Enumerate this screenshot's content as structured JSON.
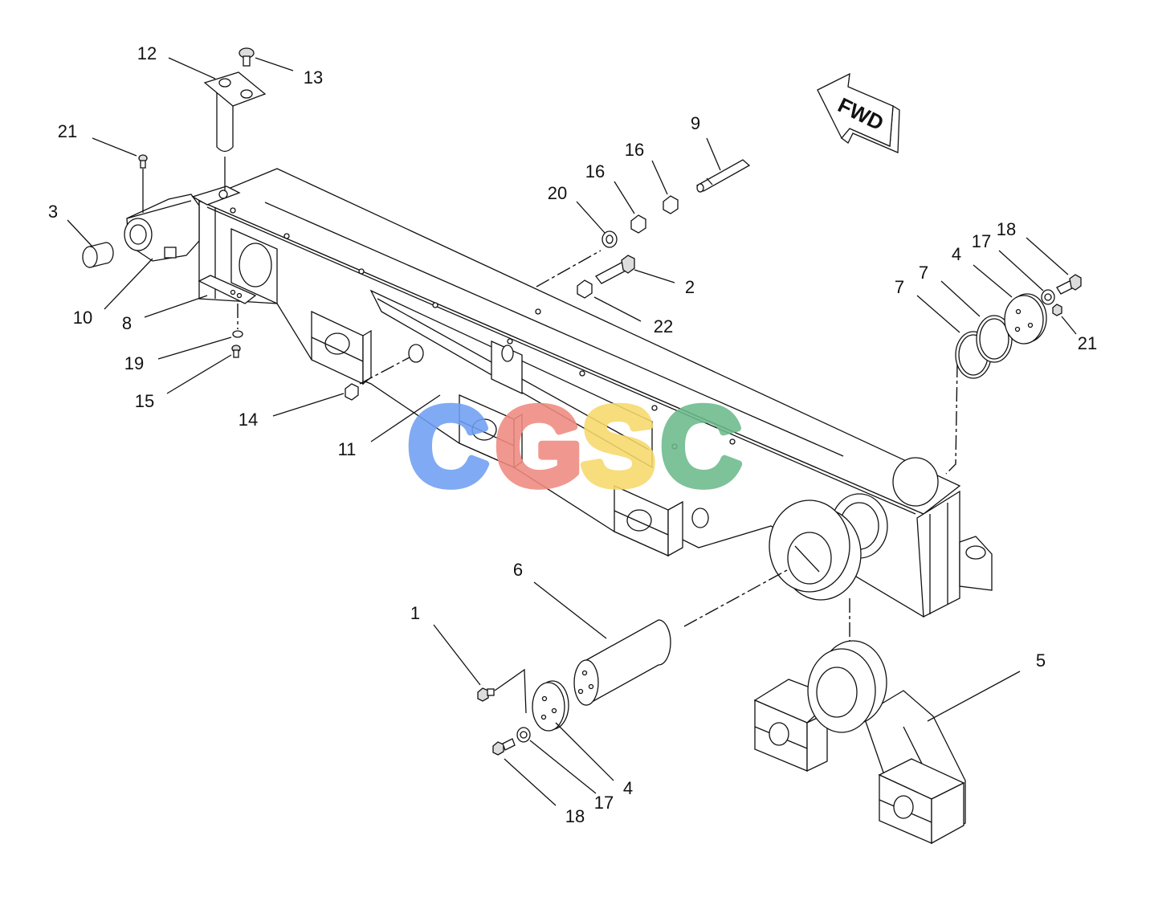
{
  "callouts": [
    "12",
    "13",
    "21",
    "3",
    "10",
    "8",
    "19",
    "15",
    "14",
    "11",
    "20",
    "16",
    "16",
    "9",
    "2",
    "22",
    "7",
    "7",
    "4",
    "17",
    "18",
    "21",
    "6",
    "1",
    "5",
    "4",
    "17",
    "18"
  ],
  "fwd_label": "FWD",
  "watermark": {
    "letters": [
      "C",
      "G",
      "S",
      "C"
    ],
    "colors": [
      "#6f9ff2",
      "#ef8a80",
      "#f7d96b",
      "#6cba8c"
    ]
  }
}
